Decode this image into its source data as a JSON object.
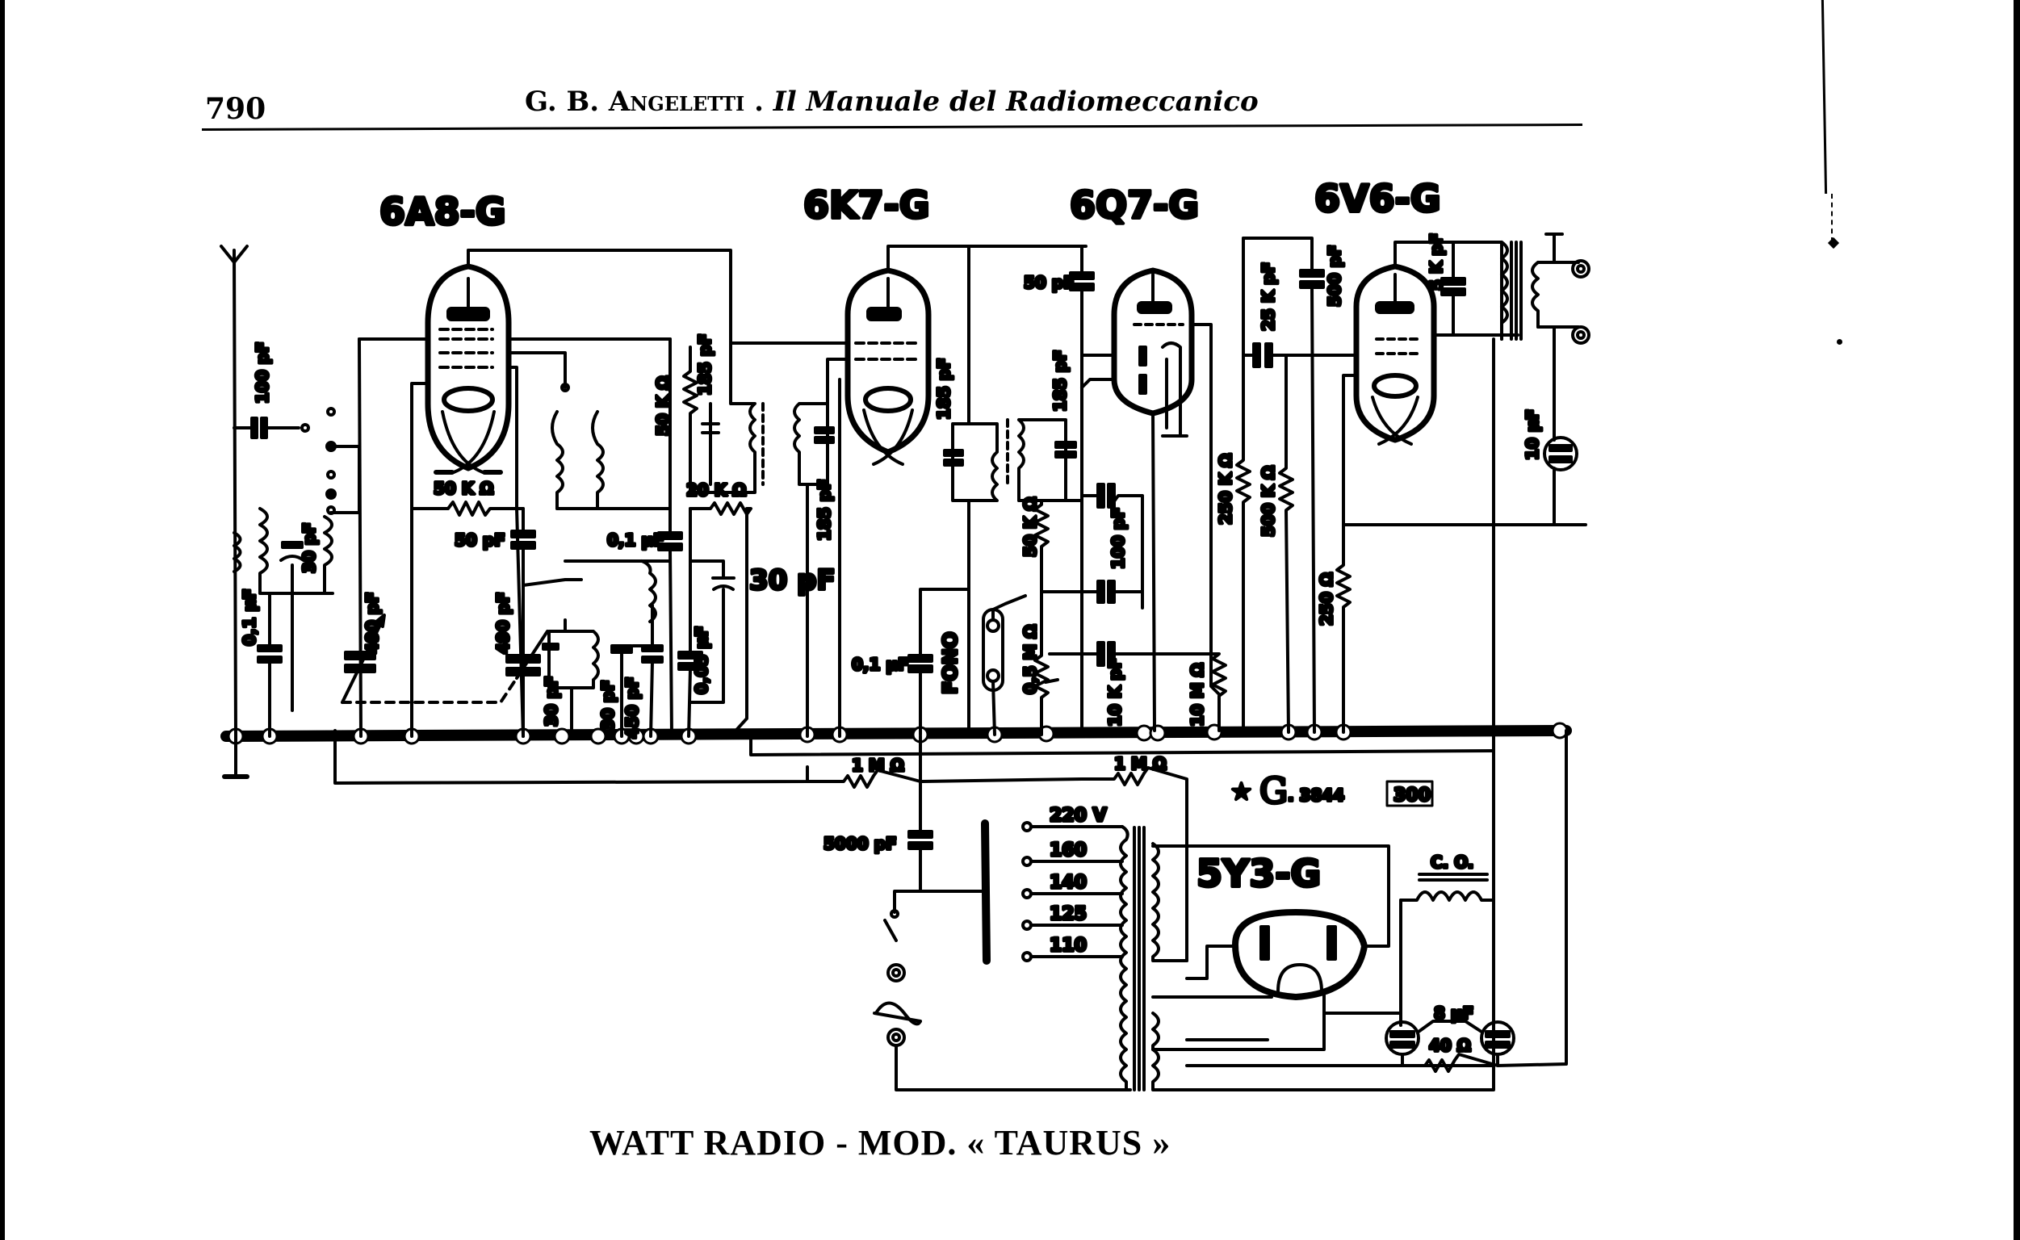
{
  "page": {
    "number": "790",
    "author": "G. B. Angeletti",
    "separator": " . ",
    "book_title": "Il Manuale del Radiomeccanico"
  },
  "tubes": [
    {
      "id": "converter",
      "label": "6A8-G"
    },
    {
      "id": "if_amp",
      "label": "6K7-G"
    },
    {
      "id": "detector",
      "label": "6Q7-G"
    },
    {
      "id": "output",
      "label": "6V6-G"
    },
    {
      "id": "rectifier",
      "label": "5Y3-G"
    }
  ],
  "components": {
    "antenna_coupling": "100 pF",
    "ant_trimmer": "30 pF",
    "ant_bypass": "0,1 µF",
    "tuning_cap_1": "490 pF",
    "osc_grid_res": "50 K Ω",
    "osc_grid_cap": "50 pF",
    "tuning_cap_2": "490 pF",
    "osc_trimmer": "30 pF",
    "osc_padder_1": "30 pF",
    "osc_padder_2": "450 pF",
    "screen_res": "50 K Ω",
    "if1_cap": "185 pF",
    "if1_res": "20 K Ω",
    "screen_bypass": "0,1 µF",
    "avc_bypass": "0,05 µF",
    "osc_trim_2": "30 pF",
    "if1_sec_cap": "185 pF",
    "if2_pri_cap": "185 pF",
    "if2_sec_cap": "185 pF",
    "det_coupling": "50 pF",
    "phono_cap": "0,1 µF",
    "phono_label": "FONO",
    "diode_load": "50 K Ω",
    "rf_filter": "100 pF",
    "volume_pot": "0,5 M Ω",
    "audio_coupling": "10 K pF",
    "grid_leak": "10 M Ω",
    "plate_load": "250 K Ω",
    "interstage_cap": "25 K pF",
    "output_grid": "500 K Ω",
    "tone_cap": "500 pF",
    "cathode_res": "250 Ω",
    "output_shunt": "5 K pF",
    "cathode_bypass": "10 µF",
    "avc_res_1": "1 M Ω",
    "avc_res_2": "1 M Ω",
    "mains_cap": "5000 pF",
    "choke": "C. O.",
    "filter_caps": "8 µF",
    "filter_res": "40 Ω"
  },
  "voltage_taps": [
    "220 V",
    "160",
    "140",
    "125",
    "110"
  ],
  "catalog": {
    "star": "★",
    "symbol": "G",
    "code": ". 3844",
    "boxed_number": "300"
  },
  "caption": "WATT RADIO - MOD. « TAURUS »"
}
